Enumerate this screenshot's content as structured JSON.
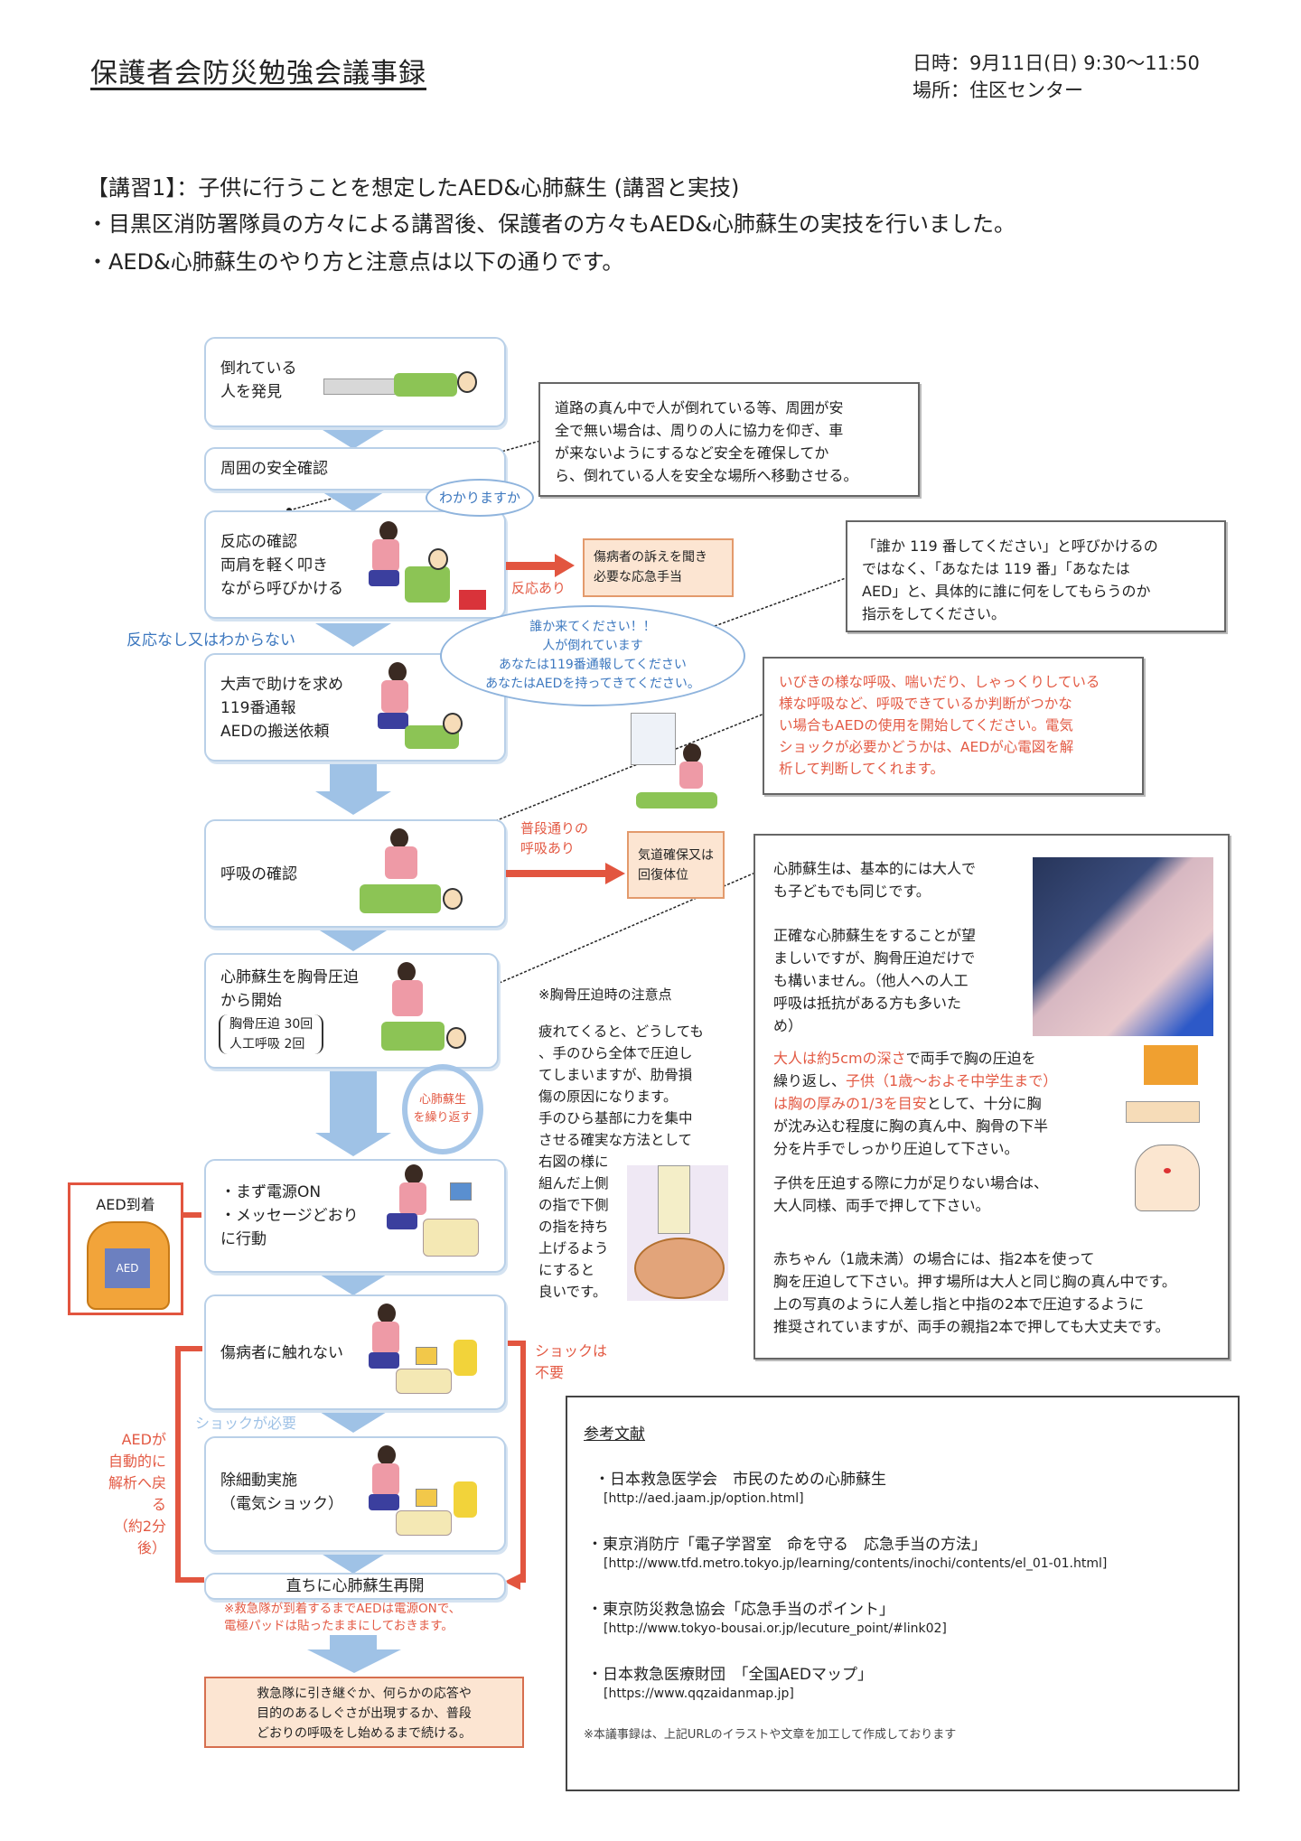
{
  "header": {
    "title": "保護者会防災勉強会議事録",
    "date": "日時：9月11日(日) 9:30〜11:50",
    "place": "場所：住区センター"
  },
  "intro": {
    "heading": "【講習1】：子供に行うことを想定したAED&心肺蘇生 (講習と実技)",
    "line1": "・目黒区消防署隊員の方々による講習後、保護者の方々もAED&心肺蘇生の実技を行いました。",
    "line2": "・AED&心肺蘇生のやり方と注意点は以下の通りです。"
  },
  "flow": {
    "step1": "倒れている\n人を発見",
    "step2": "周囲の安全確認",
    "step3": "反応の確認\n両肩を軽く叩き\nながら呼びかける",
    "bubble_small": "わかりますか",
    "branch_response": "反応あり",
    "response_action": "傷病者の訴えを聞き\n必要な応急手当",
    "no_response": "反応なし又はわからない",
    "bubble_large": "誰か来てください！！\n人が倒れています\nあなたは119番通報してください\nあなたはAEDを持ってきてください。",
    "step4": "大声で助けを求め\n119番通報\nAEDの搬送依頼",
    "step5": "呼吸の確認",
    "branch_breathing": "普段通りの\n呼吸あり",
    "breathing_action": "気道確保又は\n回復体位",
    "step6_main": "心肺蘇生を胸骨圧迫\nから開始",
    "step6_sub": "胸骨圧迫 30回\n人工呼吸  2回",
    "repeat_cycle": "心肺蘇生\nを繰り返す",
    "aed_arrival": "AED到着",
    "aed_label": "AED",
    "step7": "・まず電源ON\n・メッセージどおり\n  に行動",
    "step8": "傷病者に触れない",
    "shock_not_needed": "ショックは\n不要",
    "shock_needed": "ショックが必要",
    "step9": "除細動実施\n（電気ショック）",
    "auto_return": "AEDが\n自動的に\n解析へ戻る\n（約2分後）",
    "step10": "直ちに心肺蘇生再開",
    "step10_note": "※救急隊が到着するまでAEDは電源ONで、\n電極パッドは貼ったままにしておきます。",
    "final": "救急隊に引き継ぐか、何らかの応答や\n目的のあるしぐさが出現するか、普段\nどおりの呼吸をし始めるまで続ける。"
  },
  "notes": {
    "safety": "道路の真ん中で人が倒れている等、周囲が安\n全で無い場合は、周りの人に協力を仰ぎ、車\nが来ないようにするなど安全を確保してか\nら、倒れている人を安全な場所へ移動させる。",
    "call": "「誰か 119 番してください」と呼びかけるの\nではなく、「あなたは 119 番」「あなたは\nAED」と、具体的に誰に何をしてもらうのか\n指示をしてください。",
    "breathing": "いびきの様な呼吸、喘いだり、しゃっくりしている\n様な呼吸など、呼吸できているか判断がつかな\nい場合もAEDの使用を開始してください。電気\nショックが必要かどうかは、AEDが心電図を解\n析して判断してくれます。",
    "compression_title": "※胸骨圧迫時の注意点",
    "compression_body": "疲れてくると、どうしても\n、手のひら全体で圧迫し\nてしまいますが、肋骨損\n傷の原因になります。\n手のひら基部に力を集中\nさせる確実な方法として",
    "compression_tail": "右図の様に\n組んだ上側\nの指で下側\nの指を持ち\n上げるよう\nにすると\n良いです。"
  },
  "cpr_box": {
    "p1": "心肺蘇生は、基本的には大人で\nも子どもでも同じです。",
    "p2": "正確な心肺蘇生をすることが望\nましいですが、胸骨圧迫だけで\nも構いません。（他人への人工\n呼吸は抵抗がある方も多いた\nめ）",
    "p3_red1": "大人は約5cmの深さ",
    "p3_black1": "で両手で胸の圧迫を\n繰り返し、",
    "p3_red2": "子供（1歳〜およそ中学生まで）\nは胸の厚みの1/3を目安",
    "p3_black2": "として、十分に胸\nが沈み込む程度に胸の真ん中、胸骨の下半\n分を片手でしっかり圧迫して下さい。",
    "p4": "子供を圧迫する際に力が足りない場合は、\n大人同様、両手で押して下さい。",
    "p5": "赤ちゃん（1歳未満）の場合には、指2本を使って\n胸を圧迫して下さい。押す場所は大人と同じ胸の真ん中です。\n上の写真のように人差し指と中指の2本で圧迫するように\n推奨されていますが、両手の親指2本で押しても大丈夫です。"
  },
  "references": {
    "title": "参考文献",
    "items": [
      {
        "name": "・日本救急医学会　市民のための心肺蘇生",
        "url": "[http://aed.jaam.jp/option.html]"
      },
      {
        "name": "・東京消防庁「電子学習室　命を守る　応急手当の方法」",
        "url": "[http://www.tfd.metro.tokyo.jp/learning/contents/inochi/contents/el_01-01.html]"
      },
      {
        "name": "・東京防災救急協会「応急手当のポイント」",
        "url": "[http://www.tokyo-bousai.or.jp/lecuture_point/#link02]"
      },
      {
        "name": "・日本救急医療財団　「全国AEDマップ」",
        "url": "[https://www.qqzaidanmap.jp]"
      }
    ],
    "footnote": "※本議事録は、上記URLのイラストや文章を加工して作成しております"
  },
  "colors": {
    "accent_red": "#e2553f",
    "flow_blue": "#9fc2e6",
    "orange_fill": "#fce5d2"
  }
}
